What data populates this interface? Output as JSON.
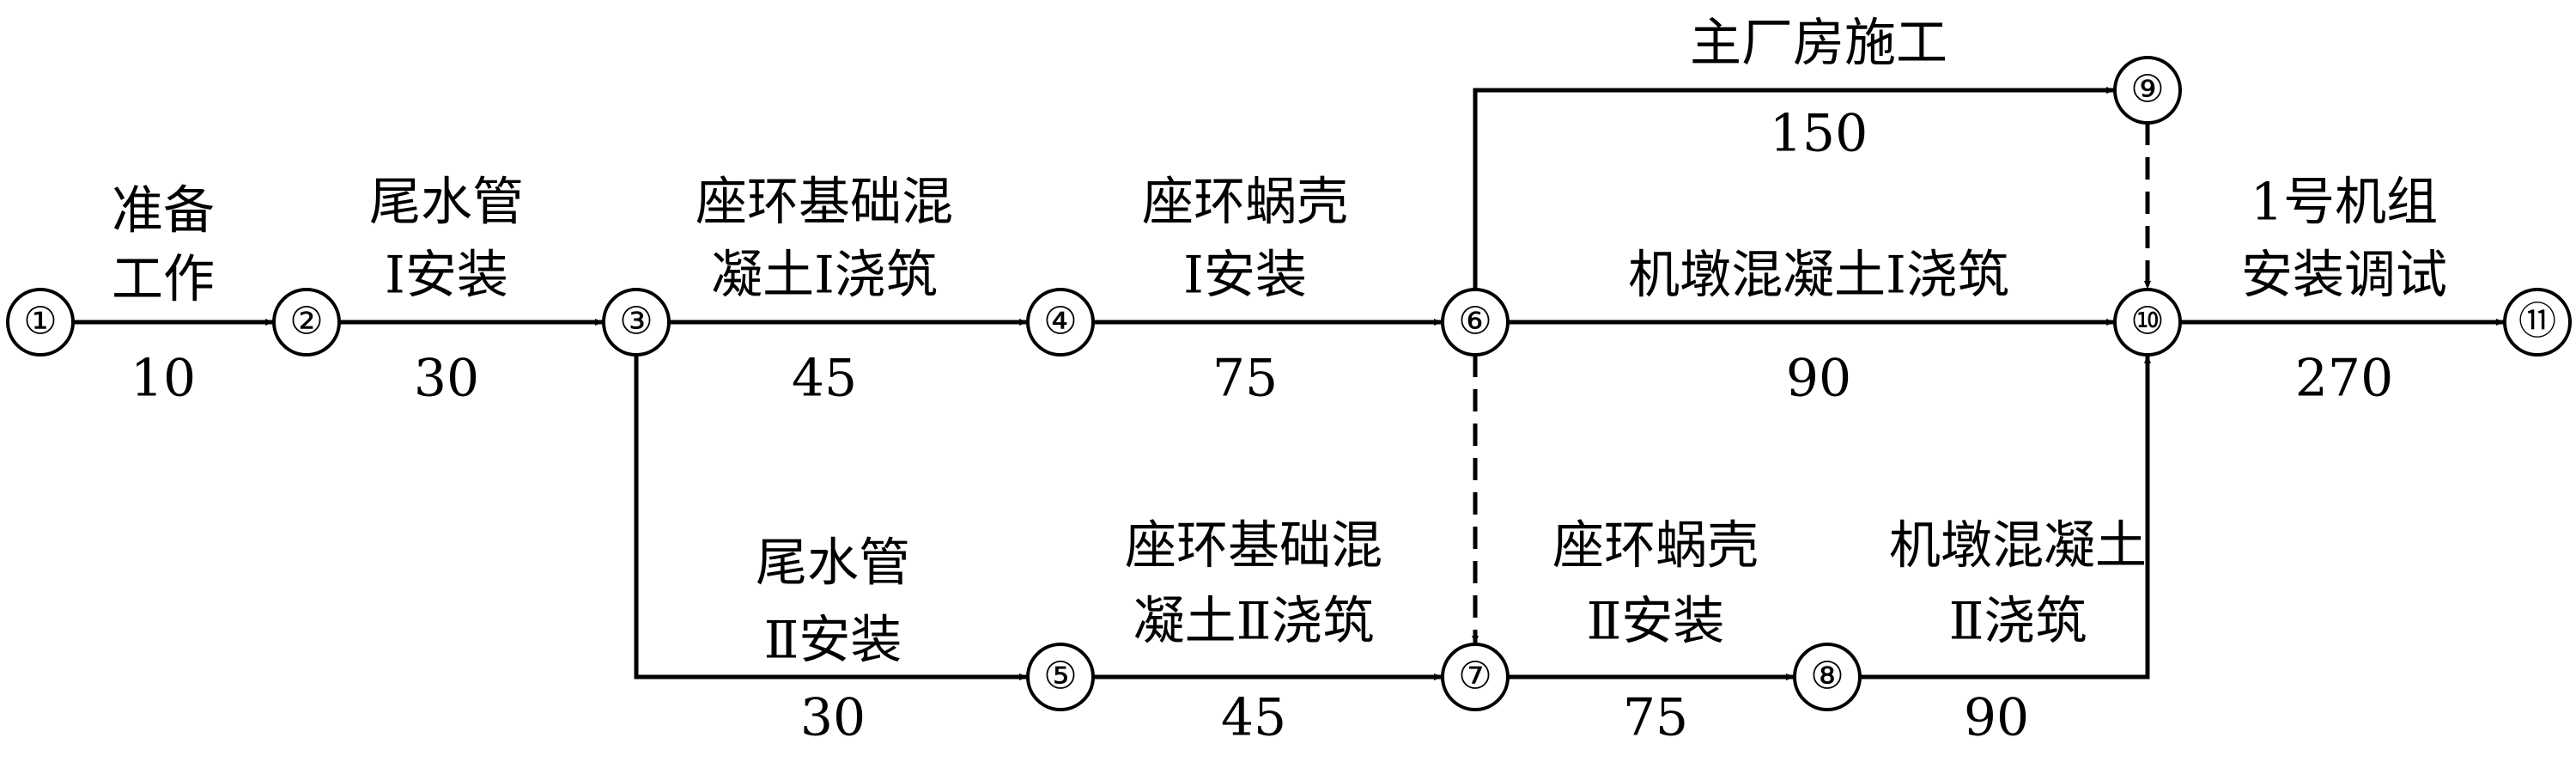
{
  "nodes": [
    {
      "id": "n1",
      "label": "①"
    },
    {
      "id": "n2",
      "label": "②"
    },
    {
      "id": "n3",
      "label": "③"
    },
    {
      "id": "n4",
      "label": "④"
    },
    {
      "id": "n5",
      "label": "⑤"
    },
    {
      "id": "n6",
      "label": "⑥"
    },
    {
      "id": "n7",
      "label": "⑦"
    },
    {
      "id": "n8",
      "label": "⑧"
    },
    {
      "id": "n9",
      "label": "⑨"
    },
    {
      "id": "n10",
      "label": "⑩"
    },
    {
      "id": "n11",
      "label": "⑪"
    }
  ],
  "activities": [
    {
      "id": "a1",
      "from": "①",
      "to": "②",
      "label_lines": [
        "准备",
        "工作"
      ],
      "duration": "10"
    },
    {
      "id": "a2",
      "from": "②",
      "to": "③",
      "label_lines": [
        "尾水管",
        "Ⅰ安装"
      ],
      "duration": "30"
    },
    {
      "id": "a3",
      "from": "③",
      "to": "④",
      "label_lines": [
        "座环基础混",
        "凝土Ⅰ浇筑"
      ],
      "duration": "45"
    },
    {
      "id": "a4",
      "from": "④",
      "to": "⑥",
      "label_lines": [
        "座环蜗壳",
        "Ⅰ安装"
      ],
      "duration": "75"
    },
    {
      "id": "a5",
      "from": "⑥",
      "to": "⑨",
      "label_lines": [
        "主厂房施工"
      ],
      "duration": "150"
    },
    {
      "id": "a6",
      "from": "⑥",
      "to": "⑩",
      "label_lines": [
        "机墩混凝土Ⅰ浇筑"
      ],
      "duration": "90"
    },
    {
      "id": "a7",
      "from": "⑩",
      "to": "⑪",
      "label_lines": [
        "1号机组",
        "安装调试"
      ],
      "duration": "270"
    },
    {
      "id": "a8",
      "from": "③",
      "to": "⑤",
      "label_lines": [
        "尾水管",
        "Ⅱ安装"
      ],
      "duration": "30"
    },
    {
      "id": "a9",
      "from": "⑤",
      "to": "⑦",
      "label_lines": [
        "座环基础混",
        "凝土Ⅱ浇筑"
      ],
      "duration": "45"
    },
    {
      "id": "a10",
      "from": "⑦",
      "to": "⑧",
      "label_lines": [
        "座环蜗壳",
        "Ⅱ安装"
      ],
      "duration": "75"
    },
    {
      "id": "a11",
      "from": "⑧",
      "to": "⑩",
      "label_lines": [
        "机墩混凝土",
        "Ⅱ浇筑"
      ],
      "duration": "90"
    }
  ],
  "dummy_activities": [
    {
      "id": "d1",
      "from": "⑨",
      "to": "⑩"
    },
    {
      "id": "d2",
      "from": "⑥",
      "to": "⑦"
    }
  ]
}
